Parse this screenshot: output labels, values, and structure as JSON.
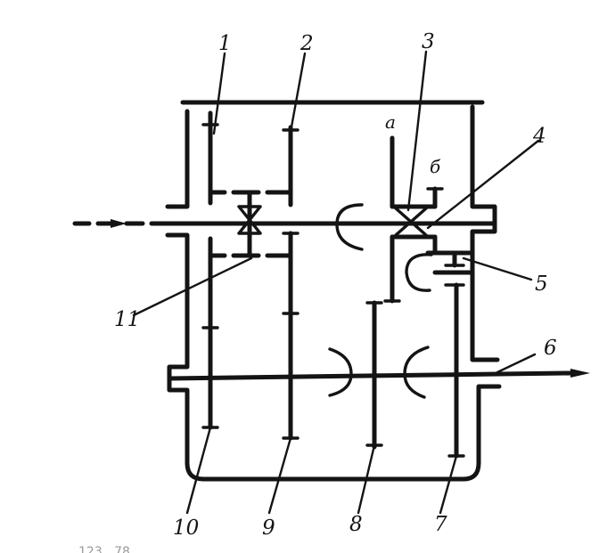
{
  "diagram": {
    "labels": {
      "l1": "1",
      "l2": "2",
      "l3": "3",
      "l4": "4",
      "l5": "5",
      "l6": "6",
      "l7": "7",
      "l8": "8",
      "l9": "9",
      "l10": "10",
      "l11": "11",
      "la": "а",
      "lb": "б"
    },
    "caption": "123 . 78"
  }
}
